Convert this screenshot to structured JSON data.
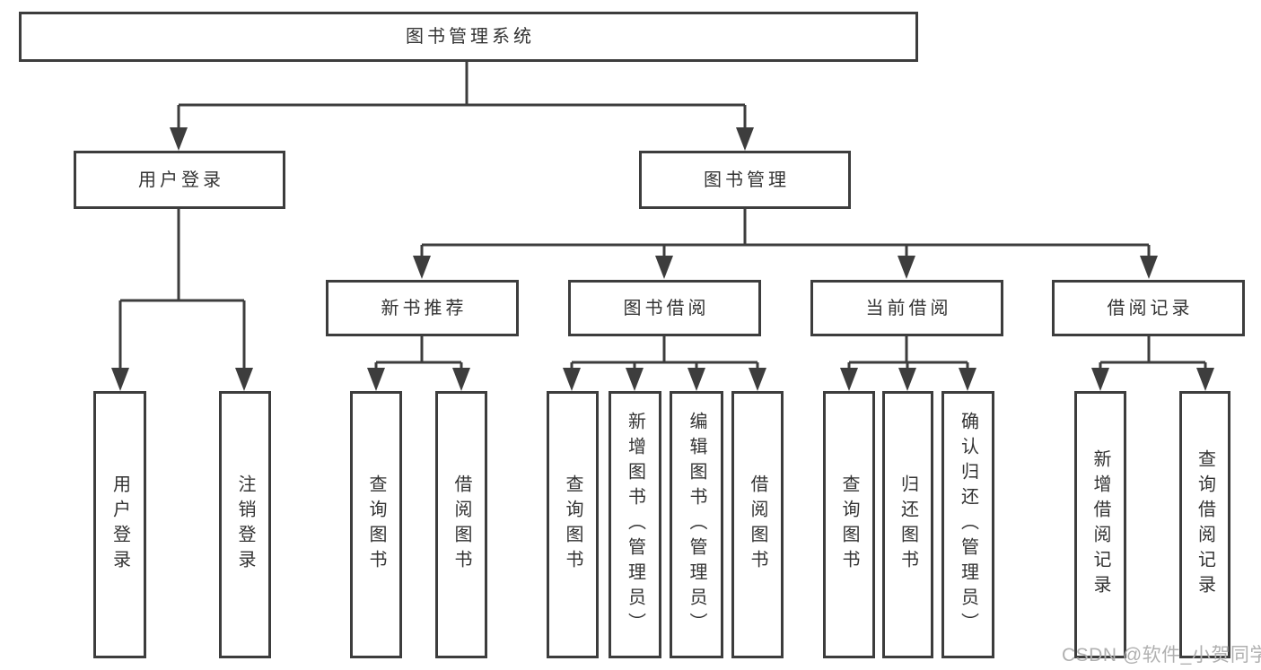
{
  "tree": {
    "label": "图书管理系统",
    "children": [
      {
        "label": "用户登录",
        "children": [
          {
            "label": "用户登录"
          },
          {
            "label": "注销登录"
          }
        ]
      },
      {
        "label": "图书管理",
        "children": [
          {
            "label": "新书推荐",
            "children": [
              {
                "label": "查询图书"
              },
              {
                "label": "借阅图书"
              }
            ]
          },
          {
            "label": "图书借阅",
            "children": [
              {
                "label": "查询图书"
              },
              {
                "label": "新增图书（管理员）"
              },
              {
                "label": "编辑图书（管理员）"
              },
              {
                "label": "借阅图书"
              }
            ]
          },
          {
            "label": "当前借阅",
            "children": [
              {
                "label": "查询图书"
              },
              {
                "label": "归还图书"
              },
              {
                "label": "确认归还（管理员）"
              }
            ]
          },
          {
            "label": "借阅记录",
            "children": [
              {
                "label": "新增借阅记录"
              },
              {
                "label": "查询借阅记录"
              }
            ]
          }
        ]
      }
    ]
  },
  "watermark": {
    "text": "CSDN @软件_小贺同学",
    "color": "#b0b0b0"
  },
  "colors": {
    "line": "#3d3d3d",
    "text": "#333333",
    "background": "#ffffff"
  }
}
